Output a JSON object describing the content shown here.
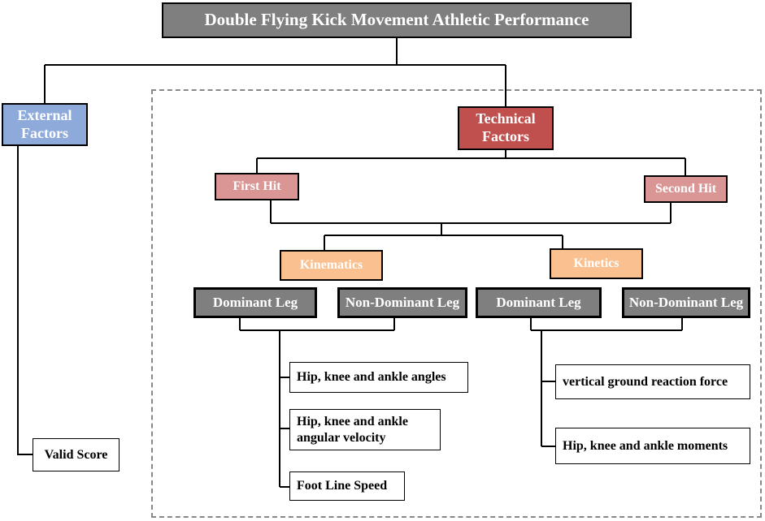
{
  "title": "Double Flying Kick Movement Athletic Performance",
  "external": {
    "label": "External Factors",
    "items": [
      "Valid Score"
    ]
  },
  "technical": {
    "label": "Technical Factors",
    "first_hit": "First Hit",
    "second_hit": "Second Hit",
    "kinematics": {
      "label": "Kinematics",
      "dominant_leg": "Dominant Leg",
      "non_dominant_leg": "Non-Dominant Leg",
      "items": [
        "Hip, knee and ankle angles",
        "Hip, knee and ankle angular velocity",
        "Foot Line Speed"
      ]
    },
    "kinetics": {
      "label": "Kinetics",
      "dominant_leg": "Dominant Leg",
      "non_dominant_leg": "Non-Dominant Leg",
      "items": [
        "vertical ground reaction force",
        "Hip, knee and ankle moments"
      ]
    }
  },
  "colors": {
    "title_box": "#7f7f7f",
    "external_box": "#8eaadb",
    "technical_box": "#c0504d",
    "hit_box": "#d99694",
    "category_box": "#fac090",
    "leg_box": "#7f7f7f",
    "dashed_border": "#888888"
  }
}
